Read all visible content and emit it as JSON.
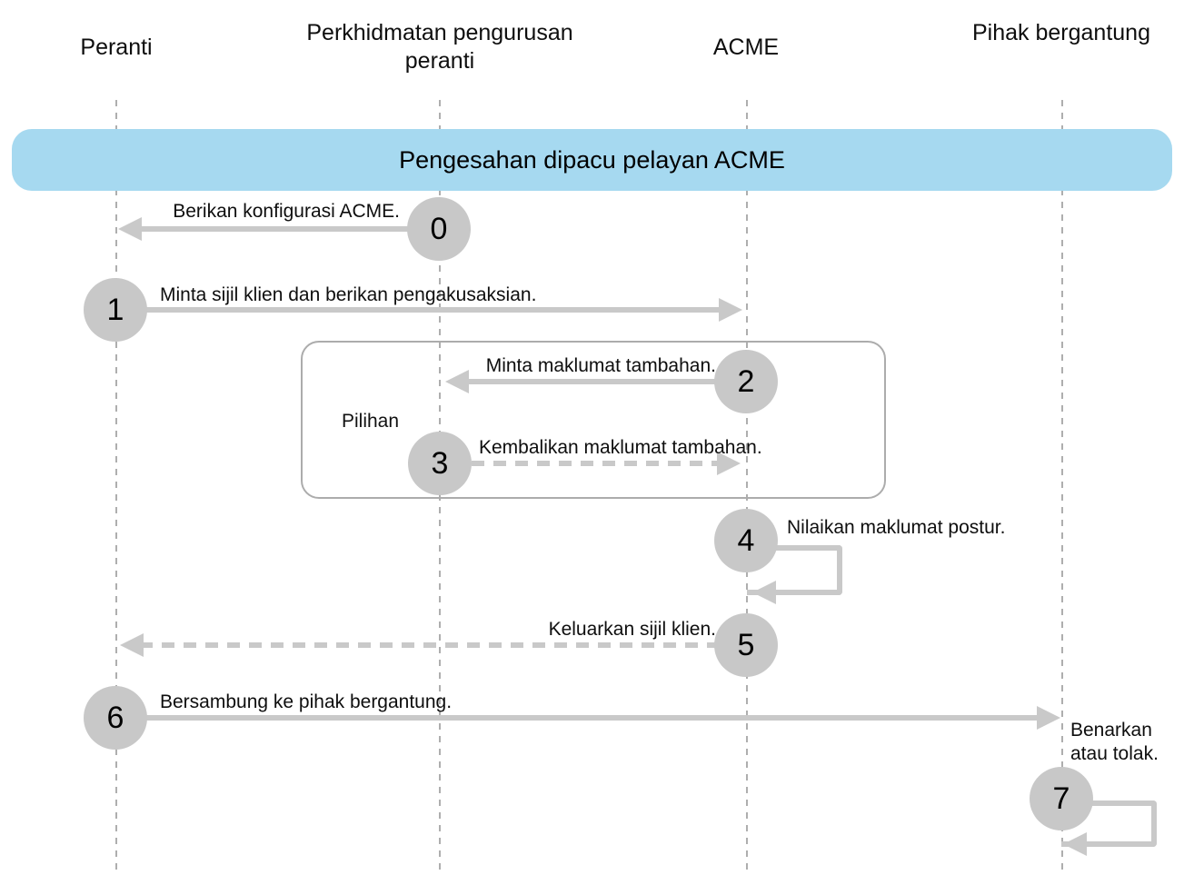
{
  "title_banner": {
    "label": "Pengesahan dipacu pelayan ACME"
  },
  "actors": [
    {
      "id": "peranti",
      "label": "Peranti"
    },
    {
      "id": "perkhidmatan-pengurusan-peranti",
      "label": "Perkhidmatan pengurusan peranti"
    },
    {
      "id": "acme",
      "label": "ACME"
    },
    {
      "id": "pihak-bergantung",
      "label": "Pihak bergantung"
    }
  ],
  "optional_group": {
    "label": "Pilihan"
  },
  "steps": [
    {
      "number": "0",
      "label": "Berikan konfigurasi ACME.",
      "from": "Perkhidmatan pengurusan peranti",
      "to": "Peranti",
      "line": "solid"
    },
    {
      "number": "1",
      "label": "Minta sijil klien dan berikan pengakusaksian.",
      "from": "Peranti",
      "to": "ACME",
      "line": "solid"
    },
    {
      "number": "2",
      "label": "Minta maklumat tambahan.",
      "from": "ACME",
      "to": "Perkhidmatan pengurusan peranti",
      "line": "solid"
    },
    {
      "number": "3",
      "label": "Kembalikan maklumat tambahan.",
      "from": "Perkhidmatan pengurusan peranti",
      "to": "ACME",
      "line": "dashed"
    },
    {
      "number": "4",
      "label": "Nilaikan maklumat postur.",
      "from": "ACME",
      "to": "ACME",
      "line": "self-loop"
    },
    {
      "number": "5",
      "label": "Keluarkan sijil klien.",
      "from": "ACME",
      "to": "Peranti",
      "line": "dashed"
    },
    {
      "number": "6",
      "label": "Bersambung ke pihak bergantung.",
      "from": "Peranti",
      "to": "Pihak bergantung",
      "line": "solid"
    },
    {
      "number": "7",
      "label": "Benarkan atau tolak.",
      "from": "Pihak bergantung",
      "to": "Pihak bergantung",
      "line": "self-loop"
    }
  ],
  "colors": {
    "banner_bg": "#a6d9f0",
    "circle_bg": "#c8c8c8",
    "arrow": "#c9c9c9",
    "lifeline": "#aeaeae",
    "group_border": "#acacac",
    "text": "#0e0e0e"
  }
}
